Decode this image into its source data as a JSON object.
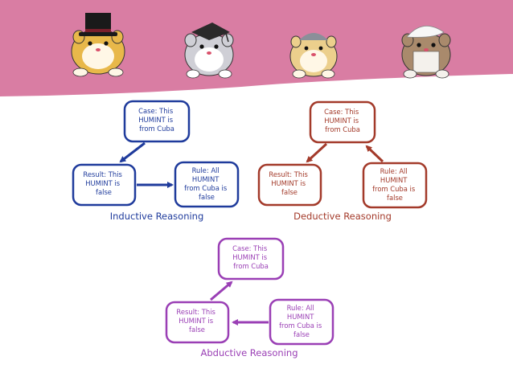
{
  "colors": {
    "banner_pink": "#d97da3",
    "inductive": "#1f3b9c",
    "deductive": "#a33a2a",
    "abductive": "#9a3fb5"
  },
  "diagrams": {
    "inductive": {
      "title": "Inductive Reasoning",
      "case": [
        "Case: This",
        "HUMINT is",
        "from Cuba"
      ],
      "result": [
        "Result: This",
        "HUMINT is",
        "false"
      ],
      "rule": [
        "Rule: All",
        "HUMINT",
        "from Cuba is",
        "false"
      ]
    },
    "deductive": {
      "title": "Deductive Reasoning",
      "case": [
        "Case: This",
        "HUMINT is",
        "from Cuba"
      ],
      "result": [
        "Result: This",
        "HUMINT is",
        "false"
      ],
      "rule": [
        "Rule: All",
        "HUMINT",
        "from Cuba is",
        "false"
      ]
    },
    "abductive": {
      "title": "Abductive Reasoning",
      "case": [
        "Case: This",
        "HUMINT is",
        "from Cuba"
      ],
      "result": [
        "Result: This",
        "HUMINT is",
        "false"
      ],
      "rule": [
        "Rule: All",
        "HUMINT",
        "from Cuba is",
        "false"
      ]
    }
  }
}
